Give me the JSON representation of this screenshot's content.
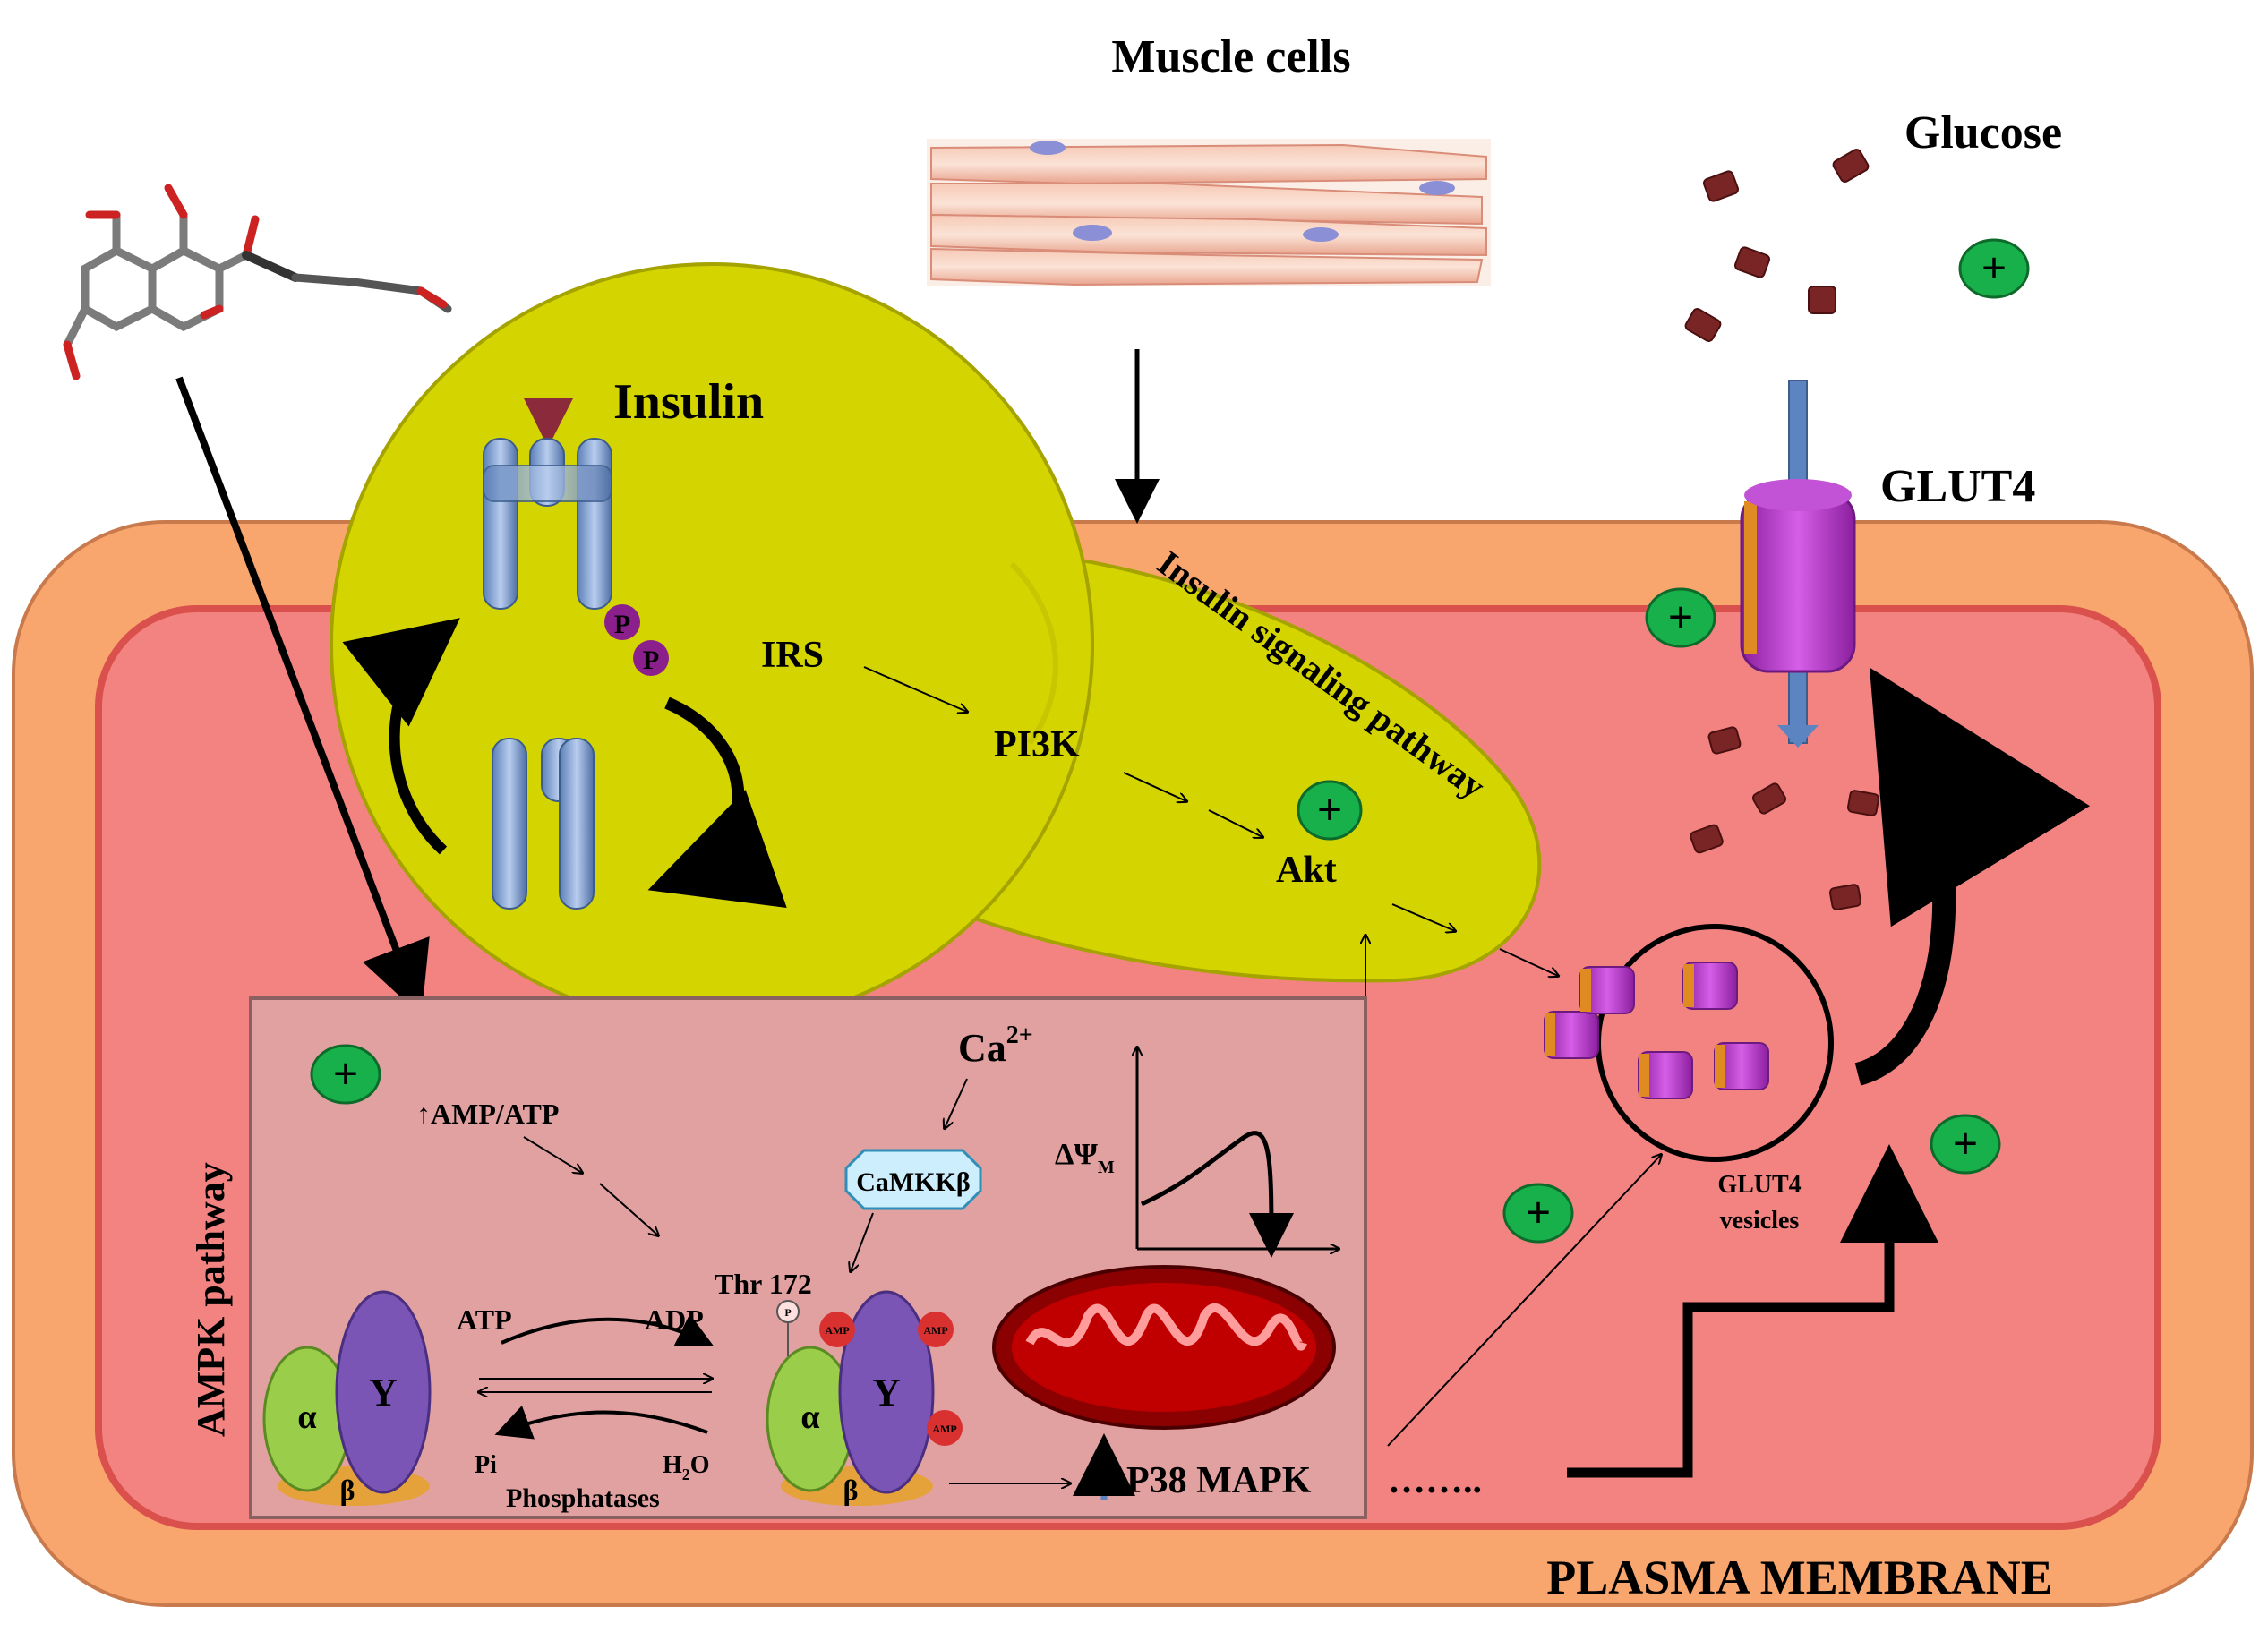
{
  "labels": {
    "muscle_cells": "Muscle cells",
    "glucose": "Glucose",
    "insulin": "Insulin",
    "glut4": "GLUT4",
    "insulin_signaling_pathway": "Insulin signaling pathway",
    "irs": "IRS",
    "pi3k": "PI3K",
    "akt": "Akt",
    "ampk_pathway": "AMPK pathway",
    "amp_atp": "↑AMP/ATP",
    "ca": "Ca",
    "ca_sup": "2+",
    "camkk": "CaMKKβ",
    "delta_psi": "ΔΨ",
    "delta_psi_sub": "M",
    "thr172": "Thr 172",
    "atp": "ATP",
    "adp": "ADP",
    "pi": "Pi",
    "h2o_h": "H",
    "h2o_sub": "2",
    "h2o_o": "O",
    "phosphatases": "Phosphatases",
    "alpha": "α",
    "beta": "β",
    "gamma": "Y",
    "amp": "AMP",
    "p_small": "P",
    "p38_mapk": "P38 MAPK",
    "dots": "……..",
    "glut4_vesicles_1": "GLUT4",
    "glut4_vesicles_2": "vesicles",
    "plasma_membrane": "PLASMA MEMBRANE",
    "phospho_p": "P",
    "plus": "+"
  },
  "colors": {
    "outer_membrane": "#f8a56e",
    "inner_cell": "#f28380",
    "insulin_blob": "#d4d400",
    "ampk_box": "#e2a1a1",
    "plus_badge": "#18b04a",
    "glut4": "#b23cc8",
    "mitochondria": "#c00000",
    "receptor": "#7fa0d0",
    "glucose_cube": "#7a2525"
  }
}
